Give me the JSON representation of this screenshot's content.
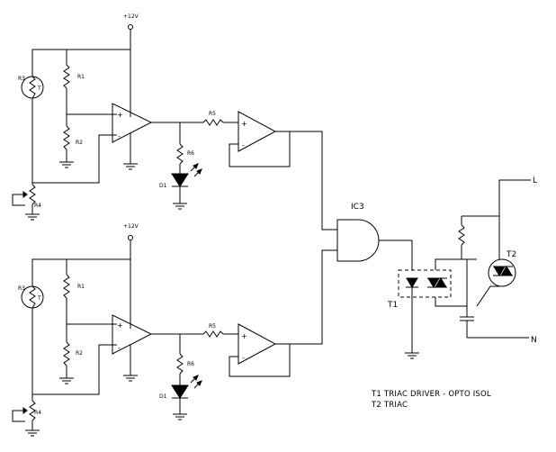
{
  "channels": [
    {
      "supply": "+12V",
      "r3": "R3",
      "r3_sym": "T",
      "r1": "R1",
      "r2": "R2",
      "r4": "R4",
      "r5": "R5",
      "r6": "R6",
      "d1": "D1"
    },
    {
      "supply": "+12V",
      "r3": "R3",
      "r3_sym": "T",
      "r1": "R1",
      "r2": "R2",
      "r4": "R4",
      "r5": "R5",
      "r6": "R6",
      "d1": "D1"
    }
  ],
  "opamp_plus": "+",
  "opamp_minus": "-",
  "gate_label": "IC3",
  "opto_label": "T1",
  "triac_label": "T2",
  "terminal_L": "L",
  "terminal_N": "N",
  "legend": [
    "T1 TRIAC DRIVER - OPTO ISOL",
    "T2 TRIAC"
  ]
}
